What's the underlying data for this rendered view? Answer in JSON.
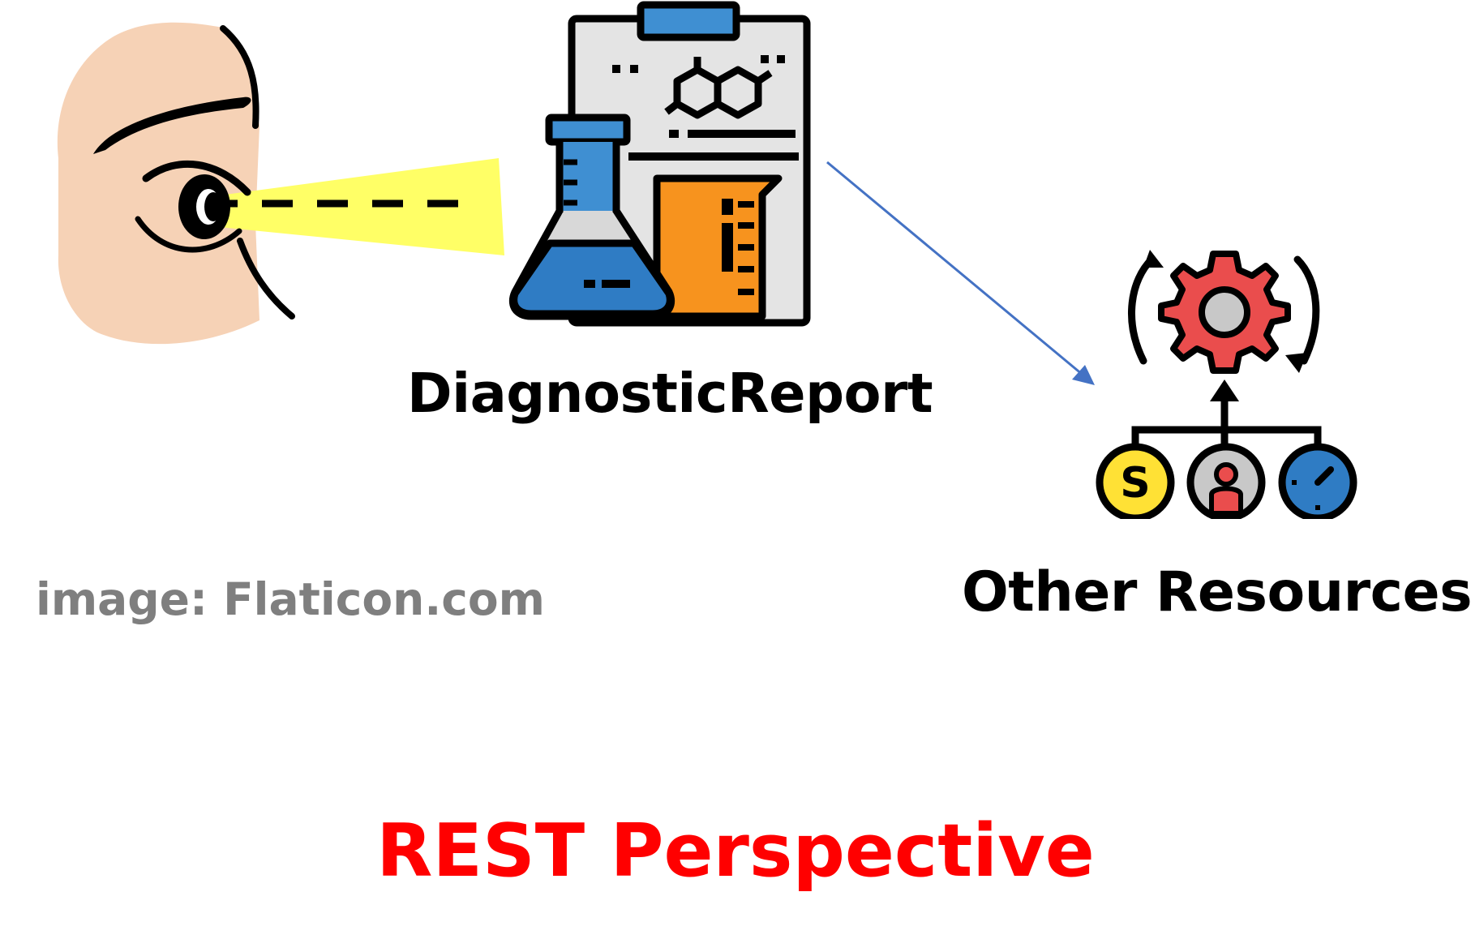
{
  "labels": {
    "diagnostic_report": "DiagnosticReport",
    "other_resources": "Other Resources",
    "credit": "image: Flaticon.com",
    "title": "REST Perspective"
  },
  "icons": {
    "eye": "eye-viewing-icon",
    "report": "lab-report-icon",
    "resources": "gear-hierarchy-icon"
  },
  "colors": {
    "title": "#ff0000",
    "credit": "#7f7f7f",
    "arrow": "#4472c4",
    "beam": "#ffff66",
    "flask": "#3f8fd2",
    "beaker": "#f7931e",
    "gear": "#ea4d4d",
    "coin": "#ffe135"
  }
}
